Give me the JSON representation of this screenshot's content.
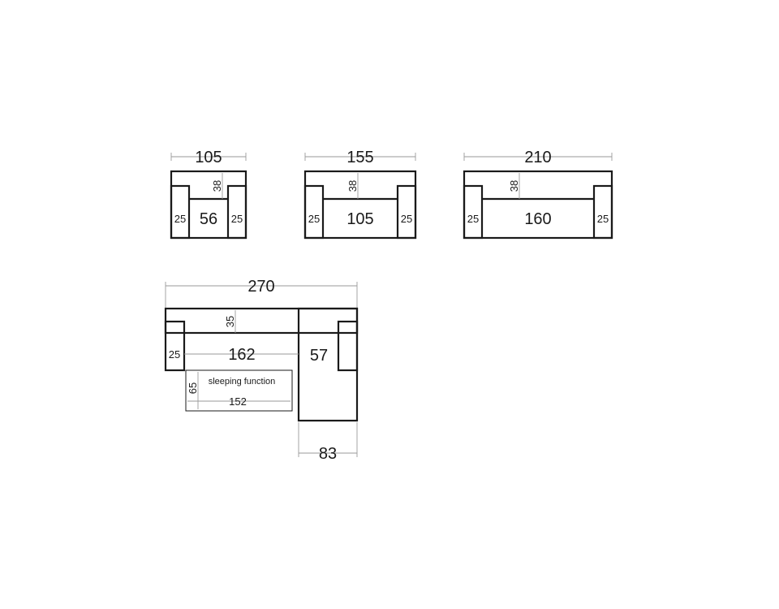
{
  "sofa_105": {
    "width": "105",
    "depth": "38",
    "arm_left": "25",
    "seat": "56",
    "arm_right": "25"
  },
  "sofa_155": {
    "width": "155",
    "depth": "38",
    "arm_left": "25",
    "seat": "105",
    "arm_right": "25"
  },
  "sofa_210": {
    "width": "210",
    "depth": "38",
    "arm_left": "25",
    "seat": "160",
    "arm_right": "25"
  },
  "corner_sofa": {
    "width": "270",
    "depth": "35",
    "arm_left": "25",
    "seat": "162",
    "chaise_width": "57",
    "chaise_total": "83",
    "bed_depth": "65",
    "bed_width": "152",
    "bed_label": "sleeping function"
  }
}
